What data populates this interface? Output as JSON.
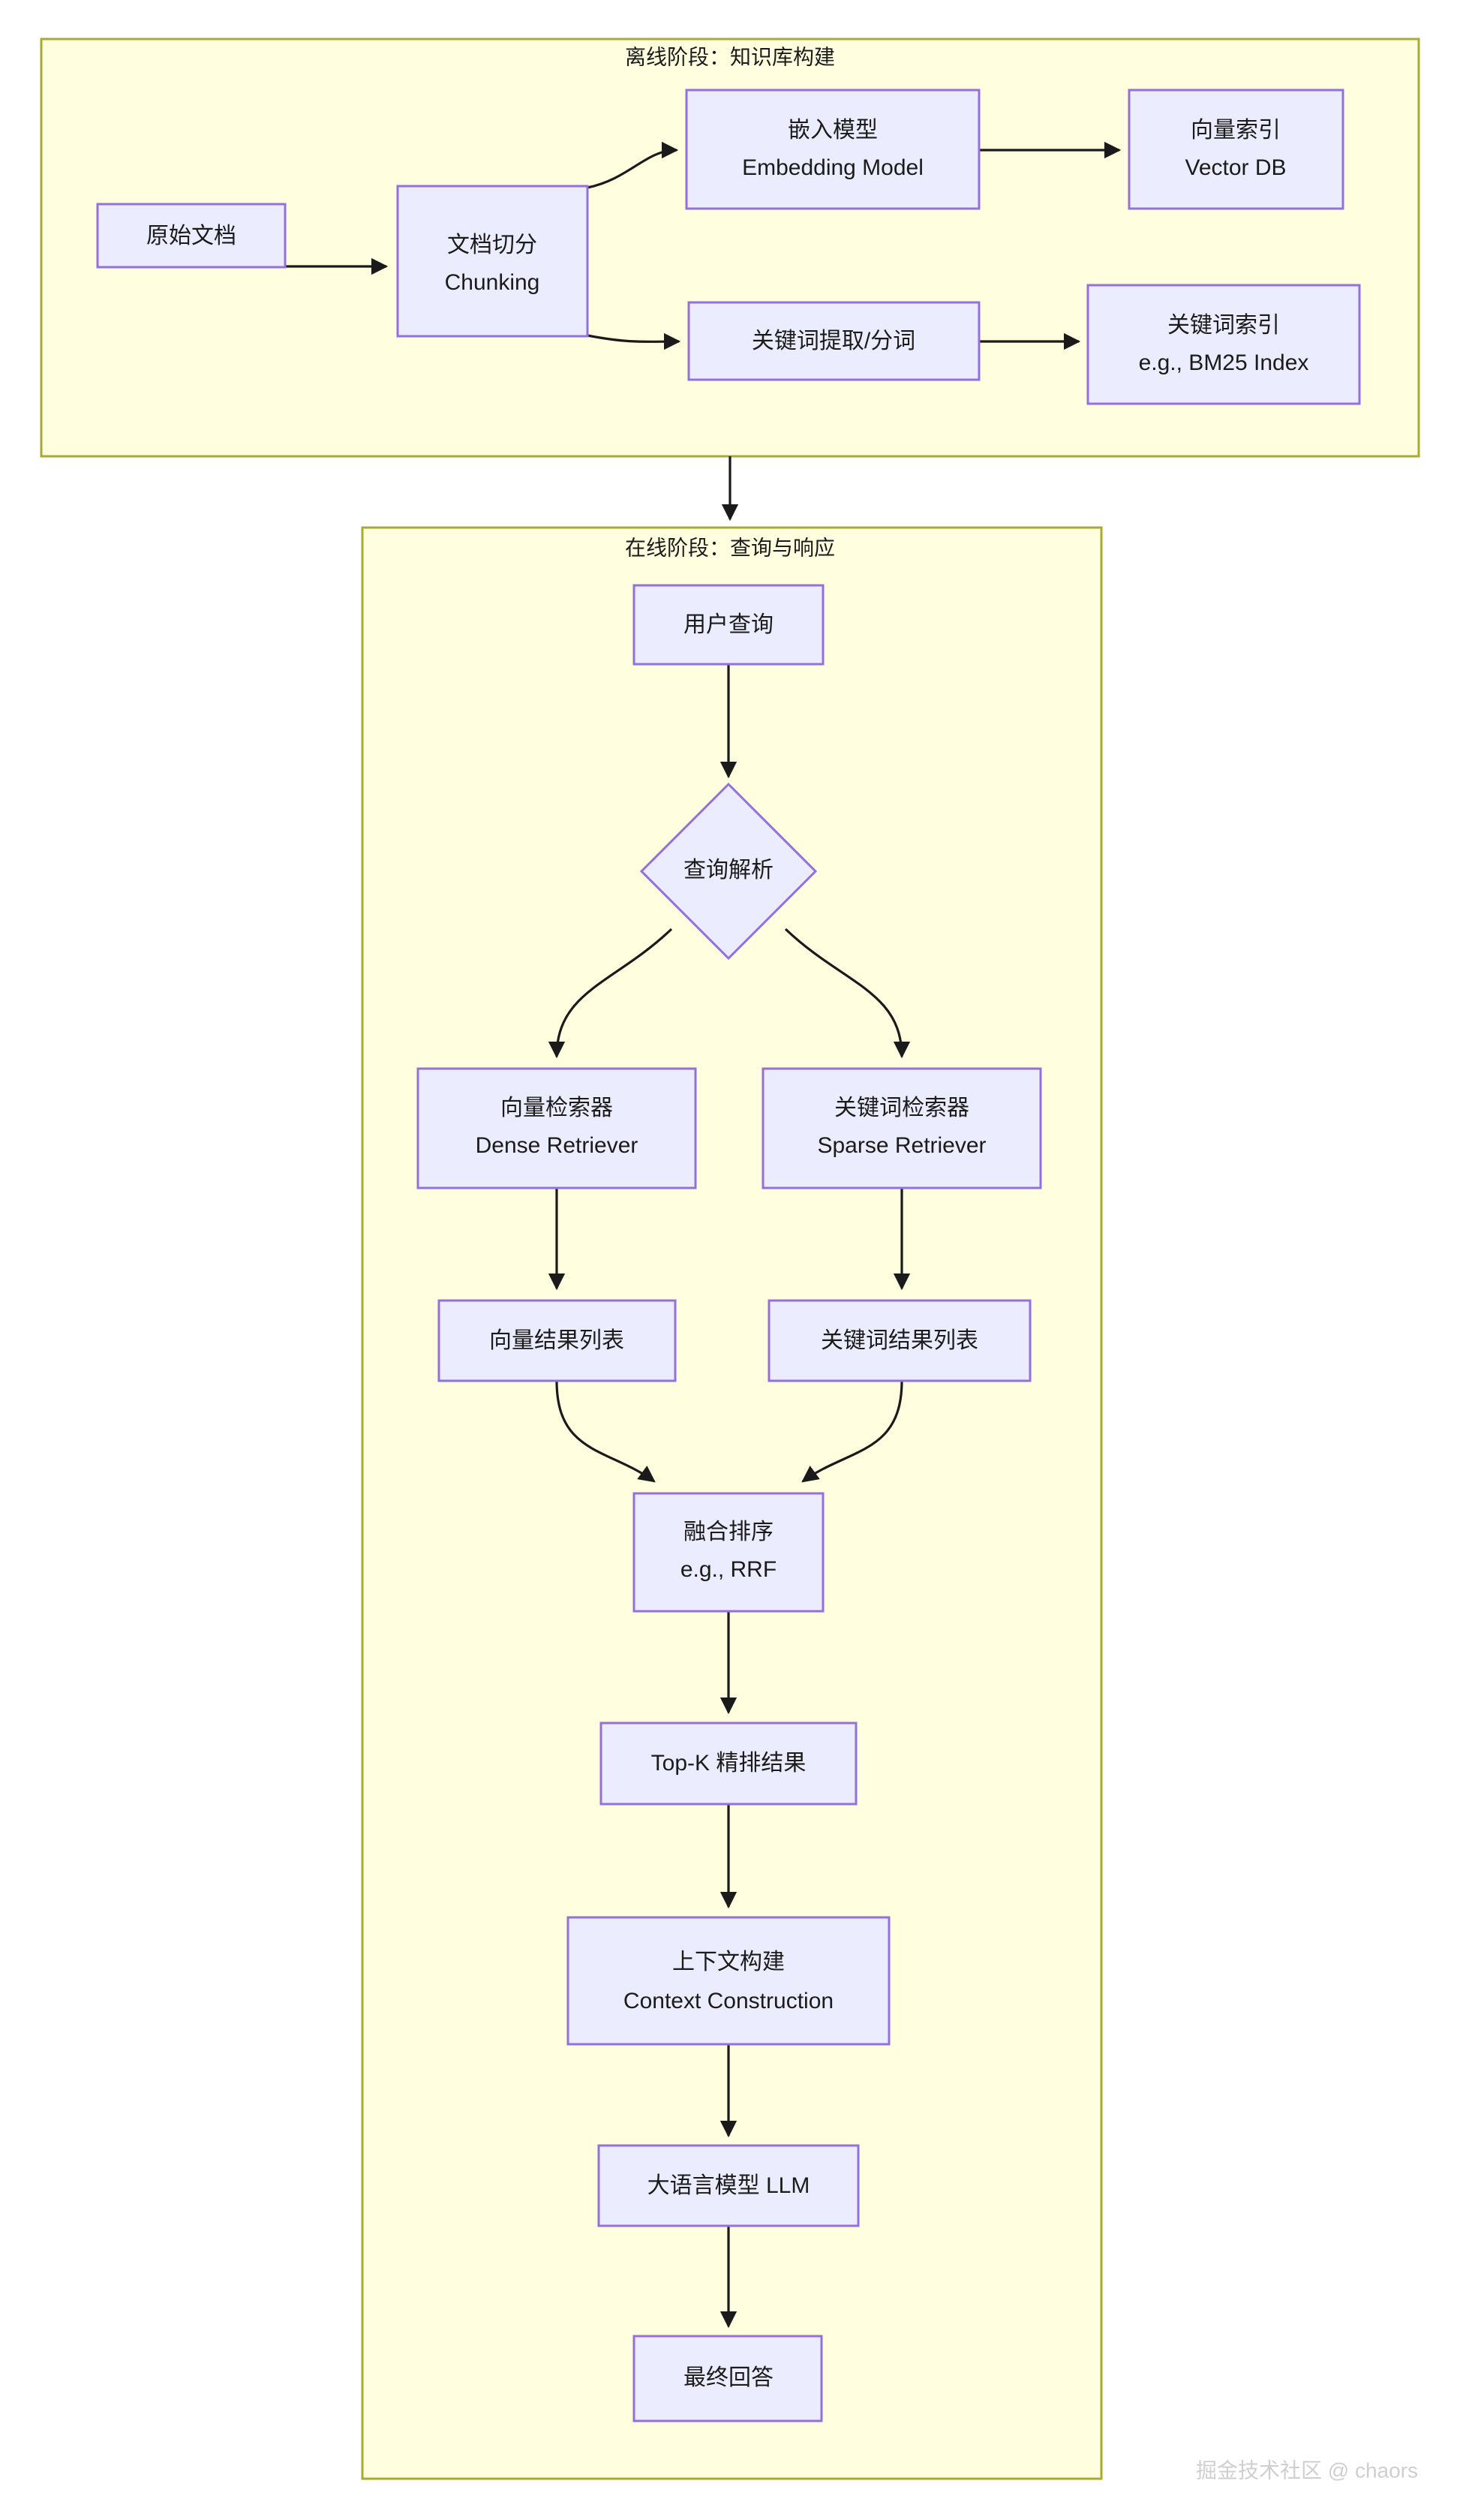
{
  "diagram": {
    "type": "flowchart",
    "title_offline": "离线阶段：知识库构建",
    "title_online": "在线阶段：查询与响应",
    "watermark": "掘金技术社区 @ chaors",
    "colors": {
      "panel_fill": "#ffffe0",
      "panel_border": "#aaaa33",
      "node_fill": "#ececff",
      "node_border": "#9370db",
      "edge": "#1a1a1a",
      "text": "#1b1b1b",
      "watermark": "#cfcfcf"
    },
    "panels": [
      {
        "id": "offline",
        "label": "离线阶段：知识库构建"
      },
      {
        "id": "online",
        "label": "在线阶段：查询与响应"
      }
    ],
    "nodes": [
      {
        "id": "raw-docs",
        "shape": "rect",
        "line1": "原始文档",
        "line2": ""
      },
      {
        "id": "chunking",
        "shape": "rect",
        "line1": "文档切分",
        "line2": "Chunking"
      },
      {
        "id": "embedding-model",
        "shape": "rect",
        "line1": "嵌入模型",
        "line2": "Embedding Model"
      },
      {
        "id": "vector-db",
        "shape": "rect",
        "line1": "向量索引",
        "line2": "Vector DB"
      },
      {
        "id": "keyword-extraction",
        "shape": "rect",
        "line1": "关键词提取/分词",
        "line2": ""
      },
      {
        "id": "keyword-index",
        "shape": "rect",
        "line1": "关键词索引",
        "line2": "e.g., BM25 Index"
      },
      {
        "id": "user-query",
        "shape": "rect",
        "line1": "用户查询",
        "line2": ""
      },
      {
        "id": "query-parse",
        "shape": "diamond",
        "line1": "查询解析",
        "line2": ""
      },
      {
        "id": "dense-retriever",
        "shape": "rect",
        "line1": "向量检索器",
        "line2": "Dense Retriever"
      },
      {
        "id": "sparse-retriever",
        "shape": "rect",
        "line1": "关键词检索器",
        "line2": "Sparse Retriever"
      },
      {
        "id": "vector-results",
        "shape": "rect",
        "line1": "向量结果列表",
        "line2": ""
      },
      {
        "id": "keyword-results",
        "shape": "rect",
        "line1": "关键词结果列表",
        "line2": ""
      },
      {
        "id": "fusion-rank",
        "shape": "rect",
        "line1": "融合排序",
        "line2": "e.g., RRF"
      },
      {
        "id": "topk-results",
        "shape": "rect",
        "line1": "Top-K 精排结果",
        "line2": ""
      },
      {
        "id": "context-construction",
        "shape": "rect",
        "line1": "上下文构建",
        "line2": "Context Construction"
      },
      {
        "id": "llm",
        "shape": "rect",
        "line1": "大语言模型 LLM",
        "line2": ""
      },
      {
        "id": "final-answer",
        "shape": "rect",
        "line1": "最终回答",
        "line2": ""
      }
    ],
    "edges": [
      {
        "from": "raw-docs",
        "to": "chunking"
      },
      {
        "from": "chunking",
        "to": "embedding-model"
      },
      {
        "from": "chunking",
        "to": "keyword-extraction"
      },
      {
        "from": "embedding-model",
        "to": "vector-db"
      },
      {
        "from": "keyword-extraction",
        "to": "keyword-index"
      },
      {
        "from": "offline",
        "to": "online"
      },
      {
        "from": "user-query",
        "to": "query-parse"
      },
      {
        "from": "query-parse",
        "to": "dense-retriever"
      },
      {
        "from": "query-parse",
        "to": "sparse-retriever"
      },
      {
        "from": "dense-retriever",
        "to": "vector-results"
      },
      {
        "from": "sparse-retriever",
        "to": "keyword-results"
      },
      {
        "from": "vector-results",
        "to": "fusion-rank"
      },
      {
        "from": "keyword-results",
        "to": "fusion-rank"
      },
      {
        "from": "fusion-rank",
        "to": "topk-results"
      },
      {
        "from": "topk-results",
        "to": "context-construction"
      },
      {
        "from": "context-construction",
        "to": "llm"
      },
      {
        "from": "llm",
        "to": "final-answer"
      }
    ]
  }
}
